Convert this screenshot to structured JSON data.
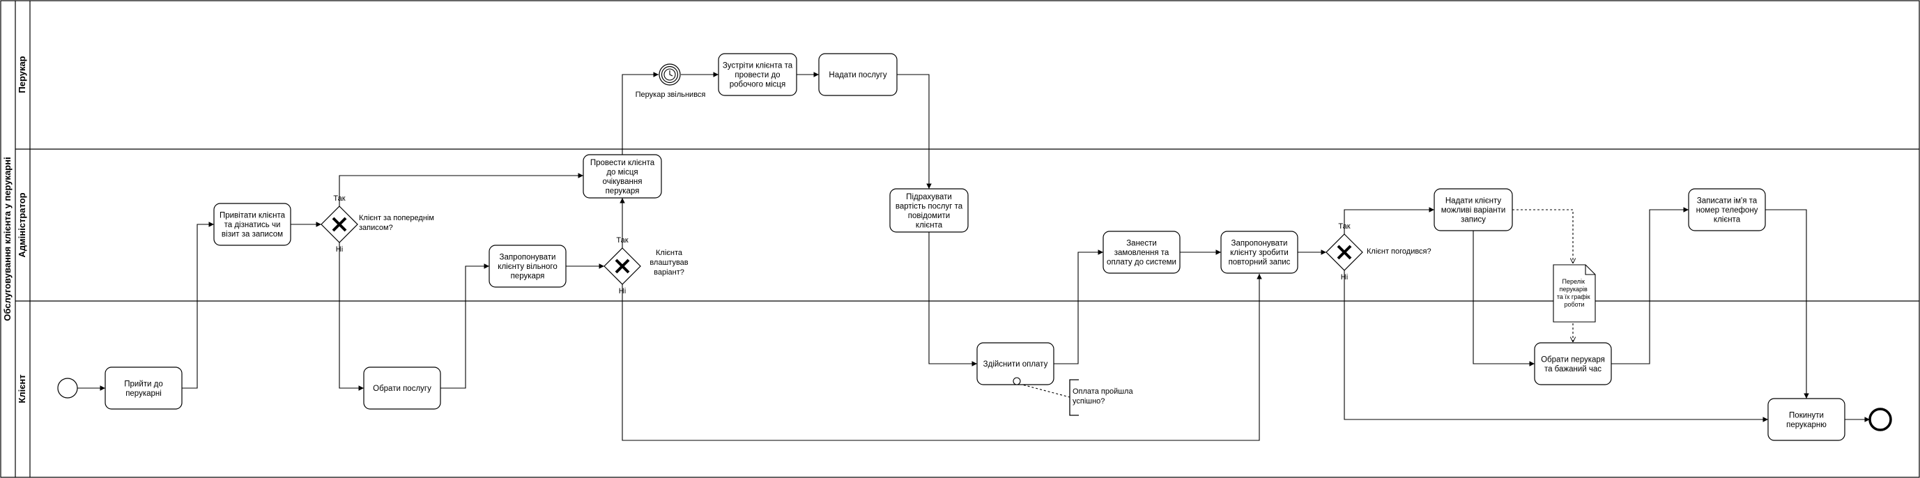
{
  "pool": {
    "title": "Обслуговування клієнта у перукарні"
  },
  "lanes": {
    "barber": "Перукар",
    "admin": "Адміністратор",
    "client": "Клієнт"
  },
  "tasks": {
    "come": [
      "Прийти до",
      "перукарні"
    ],
    "greet": [
      "Привітати клієнта",
      "та дізнатись чи",
      "візит за записом"
    ],
    "choose_service": [
      "Обрати послугу"
    ],
    "offer_free_barber": [
      "Запропонувати",
      "клієнту вільного",
      "перукаря"
    ],
    "lead_to_waiting": [
      "Провести клієнта",
      "до місця",
      "очікування",
      "перукаря"
    ],
    "meet_client": [
      "Зустріти клієнта та",
      "провести до",
      "робочого місця"
    ],
    "provide_service": [
      "Надати послугу"
    ],
    "calculate": [
      "Підрахувати",
      "вартість послуг та",
      "повідомити",
      "клієнта"
    ],
    "pay": [
      "Здійснити оплату"
    ],
    "enter_order": [
      "Занести",
      "замовлення та",
      "оплату до системи"
    ],
    "offer_repeat": [
      "Запропонувати",
      "клієнту зробити",
      "повторний запис"
    ],
    "give_options": [
      "Надати клієнту",
      "можливі варіанти",
      "запису"
    ],
    "choose_barber_time": [
      "Обрати перукаря",
      "та бажаний час"
    ],
    "record_name": [
      "Записати ім'я та",
      "номер телефону",
      "клієнта"
    ],
    "leave": [
      "Покинути",
      "перукарню"
    ]
  },
  "gateways": {
    "by_appointment": {
      "question": [
        "Клієнт за попереднім",
        "записом?"
      ],
      "yes": "Так",
      "no": "Ні"
    },
    "option_ok": {
      "question": [
        "Клієнта",
        "влаштував",
        "варіант?"
      ],
      "yes": "Так",
      "no": "Ні"
    },
    "agreed": {
      "question": [
        "Клієнт погодився?"
      ],
      "yes": "Так",
      "no": "Ні"
    }
  },
  "events": {
    "barber_free": "Перукар звільнився"
  },
  "annotations": {
    "payment_ok": [
      "Оплата пройшла",
      "успішно?"
    ]
  },
  "data_objects": {
    "barber_list": [
      "Перелік",
      "перукарів",
      "та їх графік",
      "роботи"
    ]
  }
}
